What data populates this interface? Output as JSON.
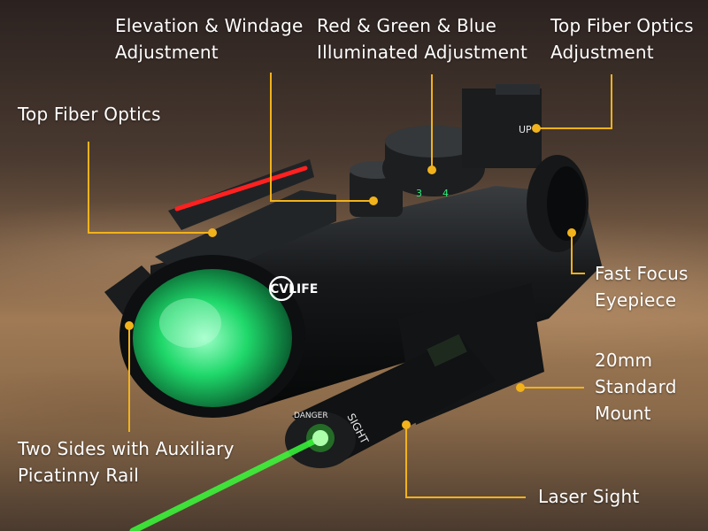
{
  "labels": {
    "elevation_windage": [
      "Elevation & Windage",
      "Adjustment"
    ],
    "illuminated": [
      "Red & Green & Blue",
      "Illuminated Adjustment"
    ],
    "top_fiber_adjustment": [
      "Top Fiber Optics",
      "Adjustment"
    ],
    "top_fiber_optics": [
      "Top Fiber Optics"
    ],
    "fast_focus": [
      "Fast Focus",
      "Eyepiece"
    ],
    "standard_mount": [
      "20mm",
      "Standard",
      "Mount"
    ],
    "picatinny": [
      "Two Sides with Auxiliary",
      "Picatinny Rail"
    ],
    "laser_sight": [
      "Laser Sight"
    ]
  },
  "product": {
    "brand": "CVLIFE",
    "laser_body_text": "SIGHT",
    "laser_badge_text": "DANGER",
    "adjuster_text": "UP",
    "knob_digits": [
      "3",
      "4"
    ]
  },
  "colors": {
    "callout": "#f2b21b",
    "lens": "#1fd86a",
    "laser": "#39ff3a",
    "fiber": "#ff2020",
    "body": "#16181a"
  }
}
